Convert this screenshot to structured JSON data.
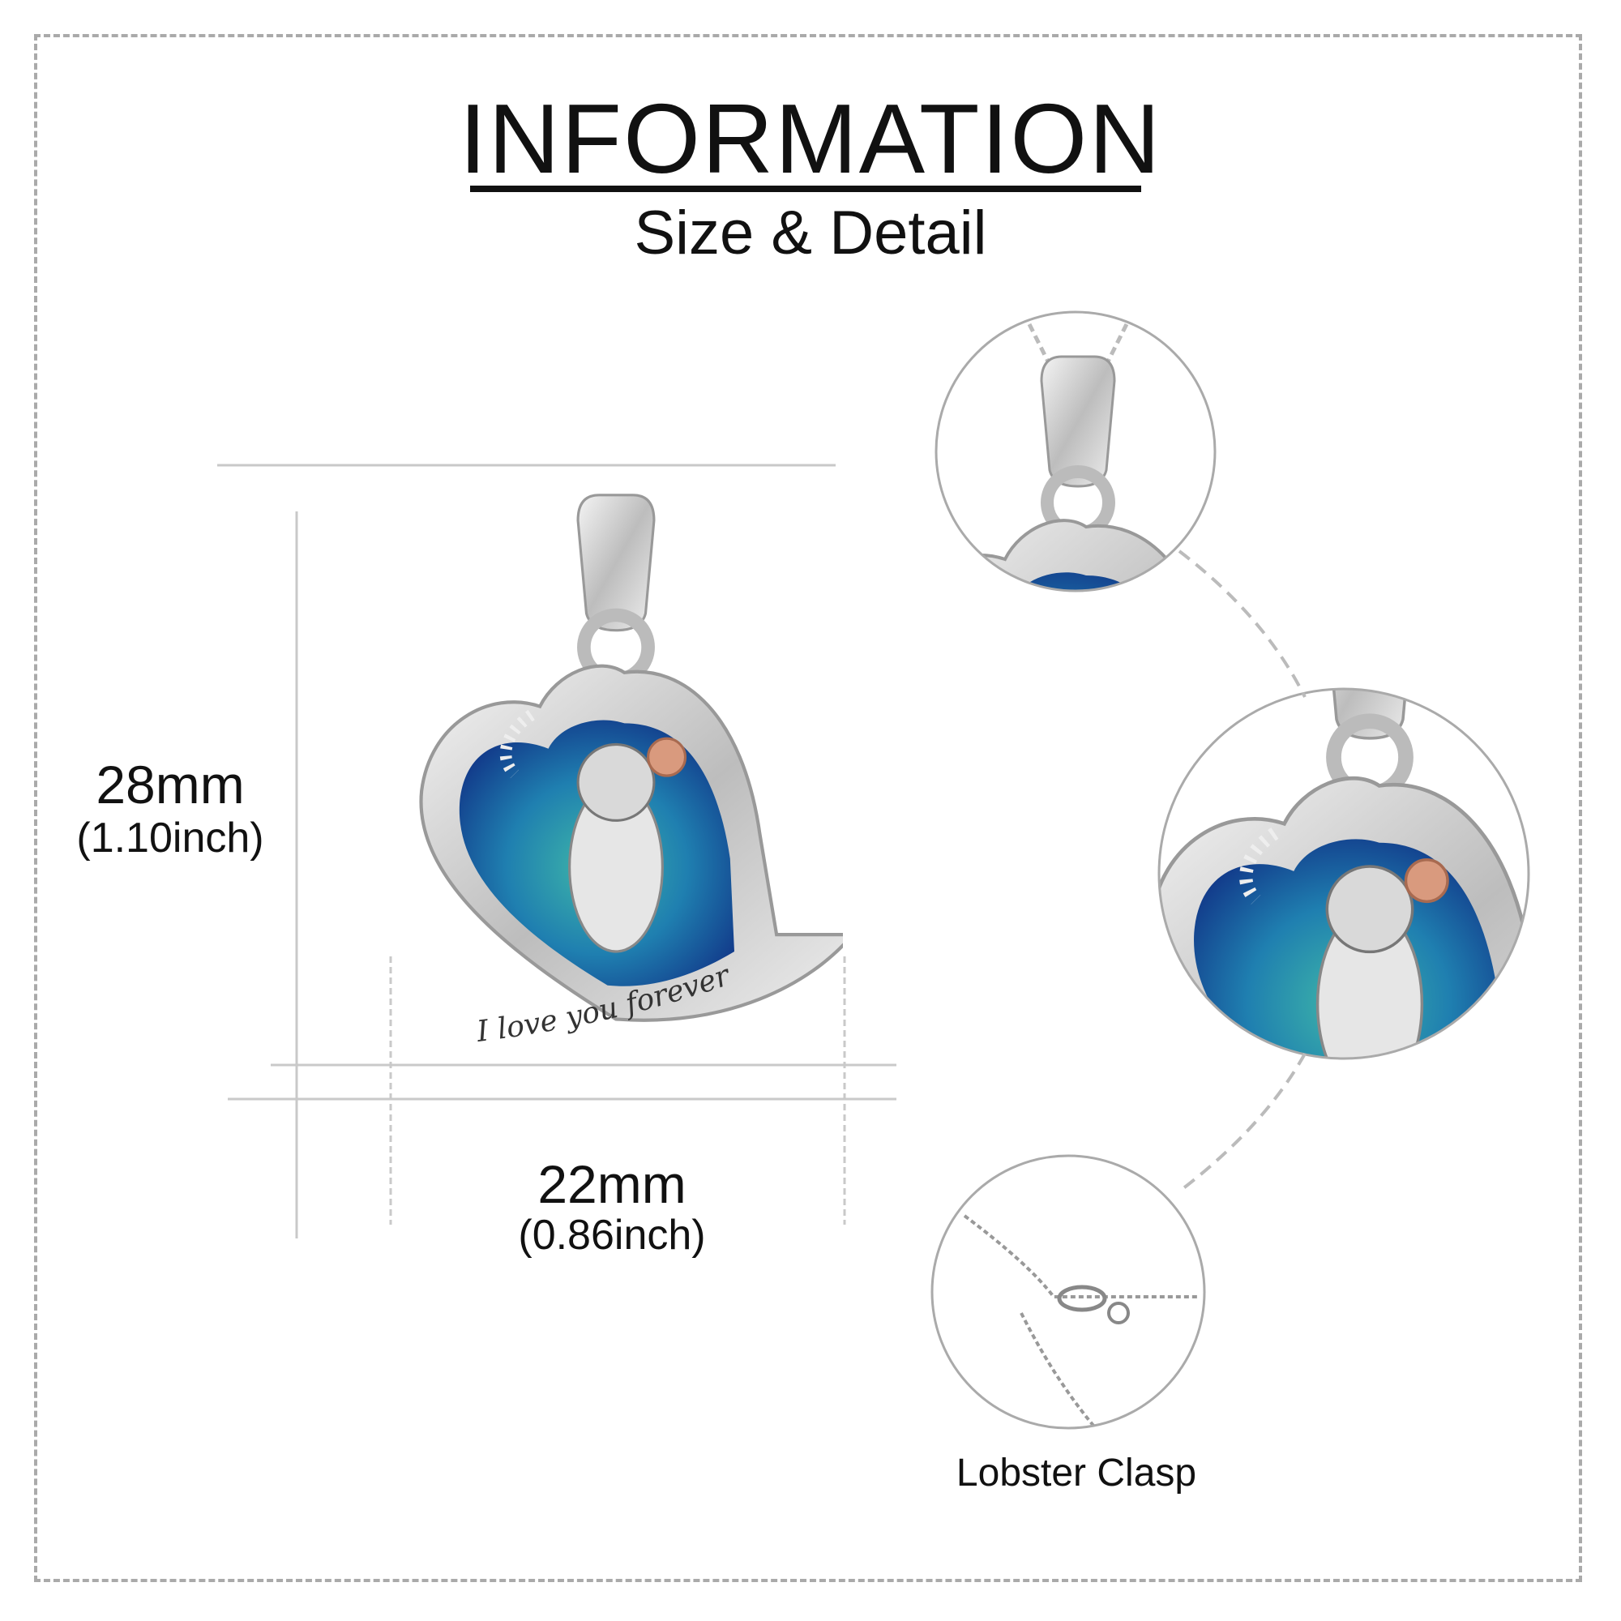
{
  "header": {
    "title": "INFORMATION",
    "subtitle": "Size & Detail"
  },
  "dimensions": {
    "height": {
      "mm": "28mm",
      "inch": "(1.10inch)"
    },
    "width": {
      "mm": "22mm",
      "inch": "(0.86inch)"
    }
  },
  "details": [
    {
      "name": "bail-closeup",
      "label": ""
    },
    {
      "name": "pendant-closeup",
      "label": ""
    },
    {
      "name": "clasp-closeup",
      "label": "Lobster Clasp"
    }
  ],
  "product": {
    "engraving": "I love you forever",
    "colors": {
      "crystal": "#1f5fa8",
      "crystal_light": "#2fa0a8",
      "silver": "#d8d8d8",
      "rose_gold": "#d99a7e"
    }
  }
}
